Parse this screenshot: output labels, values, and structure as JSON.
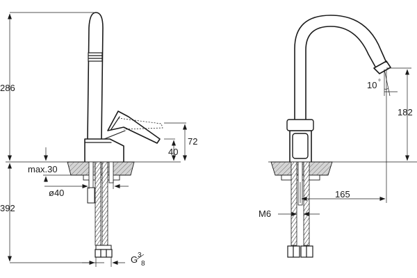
{
  "dimensions": {
    "height_above": "286",
    "height_below": "392",
    "lever_clearance": "72",
    "base_height": "40",
    "max_thickness": "max.30",
    "hole_diameter": "ø40",
    "connection": "G",
    "connection_num": "3",
    "connection_den": "8",
    "angle": "10",
    "angle_mark": "°",
    "spout_height": "182",
    "reach": "165",
    "thread": "M6"
  }
}
